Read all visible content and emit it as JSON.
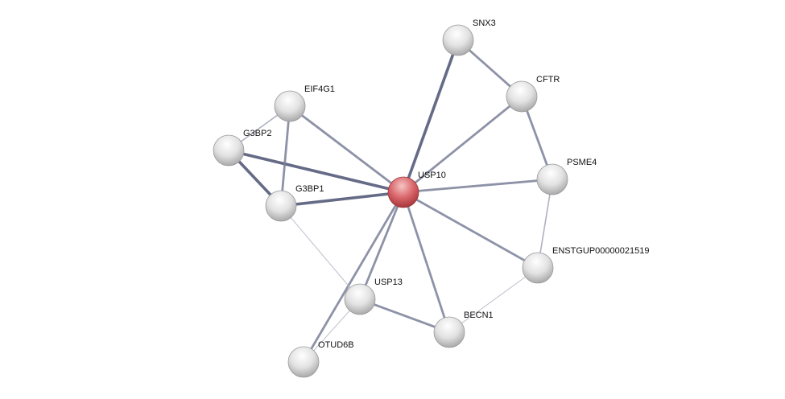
{
  "network": {
    "query_node": "USP10",
    "nodes": [
      {
        "id": "SNX3",
        "label": "SNX3"
      },
      {
        "id": "CFTR",
        "label": "CFTR"
      },
      {
        "id": "EIF4G1",
        "label": "EIF4G1"
      },
      {
        "id": "G3BP2",
        "label": "G3BP2"
      },
      {
        "id": "USP10",
        "label": "USP10"
      },
      {
        "id": "PSME4",
        "label": "PSME4"
      },
      {
        "id": "G3BP1",
        "label": "G3BP1"
      },
      {
        "id": "ENSTGUP00000021519",
        "label": "ENSTGUP00000021519"
      },
      {
        "id": "USP13",
        "label": "USP13"
      },
      {
        "id": "BECN1",
        "label": "BECN1"
      },
      {
        "id": "OTUD6B",
        "label": "OTUD6B"
      }
    ],
    "edges": [
      {
        "a": "USP10",
        "b": "SNX3",
        "strength": "high"
      },
      {
        "a": "SNX3",
        "b": "CFTR",
        "strength": "medium"
      },
      {
        "a": "CFTR",
        "b": "USP10",
        "strength": "medium"
      },
      {
        "a": "CFTR",
        "b": "PSME4",
        "strength": "medium"
      },
      {
        "a": "USP10",
        "b": "PSME4",
        "strength": "medium"
      },
      {
        "a": "PSME4",
        "b": "ENSTGUP00000021519",
        "strength": "low"
      },
      {
        "a": "USP10",
        "b": "ENSTGUP00000021519",
        "strength": "medium"
      },
      {
        "a": "ENSTGUP00000021519",
        "b": "BECN1",
        "strength": "lowest"
      },
      {
        "a": "USP10",
        "b": "BECN1",
        "strength": "medium"
      },
      {
        "a": "USP13",
        "b": "BECN1",
        "strength": "medium"
      },
      {
        "a": "USP10",
        "b": "USP13",
        "strength": "medium"
      },
      {
        "a": "USP10",
        "b": "OTUD6B",
        "strength": "medium"
      },
      {
        "a": "OTUD6B",
        "b": "USP13",
        "strength": "lowest"
      },
      {
        "a": "G3BP1",
        "b": "USP13",
        "strength": "lowest"
      },
      {
        "a": "USP10",
        "b": "G3BP1",
        "strength": "high"
      },
      {
        "a": "USP10",
        "b": "G3BP2",
        "strength": "high"
      },
      {
        "a": "USP10",
        "b": "EIF4G1",
        "strength": "medium"
      },
      {
        "a": "EIF4G1",
        "b": "G3BP2",
        "strength": "low"
      },
      {
        "a": "EIF4G1",
        "b": "G3BP1",
        "strength": "medium"
      },
      {
        "a": "G3BP2",
        "b": "G3BP1",
        "strength": "high"
      }
    ]
  },
  "colors": {
    "query": "#d9666b",
    "node": "#e4e4e4",
    "edge": "#6f7590"
  }
}
